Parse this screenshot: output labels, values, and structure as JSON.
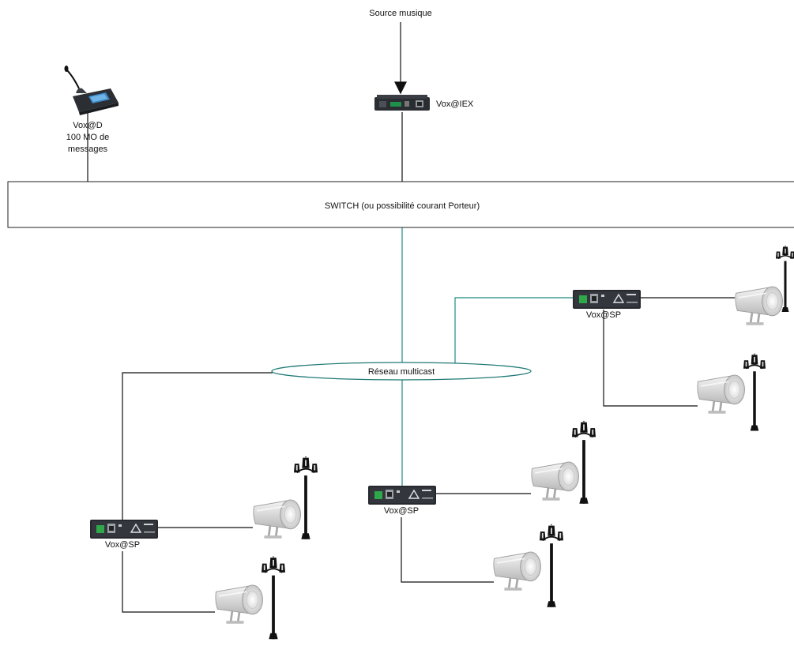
{
  "labels": {
    "source": "Source musique",
    "iex": "Vox@IEX",
    "vox_d": "Vox@D",
    "vox_d_line2": "100 MO de",
    "vox_d_line3": "messages",
    "switch": "SWITCH (ou possibilité courant Porteur)",
    "multicast": "Réseau multicast",
    "sp_right": "Vox@SP",
    "sp_center": "Vox@SP",
    "sp_left": "Vox@SP"
  },
  "icons": {
    "console": "microphone-console-icon",
    "interface": "network-interface-icon",
    "amplifier": "ip-amplifier-icon",
    "speaker": "horn-speaker-icon",
    "lamp": "street-lamp-icon"
  },
  "colors": {
    "line_black": "#111111",
    "line_teal": "#1f8a84",
    "ellipse_stroke": "#1f7a75",
    "device_dark": "#2b2e33",
    "speaker_body": "#d9d9d9"
  }
}
